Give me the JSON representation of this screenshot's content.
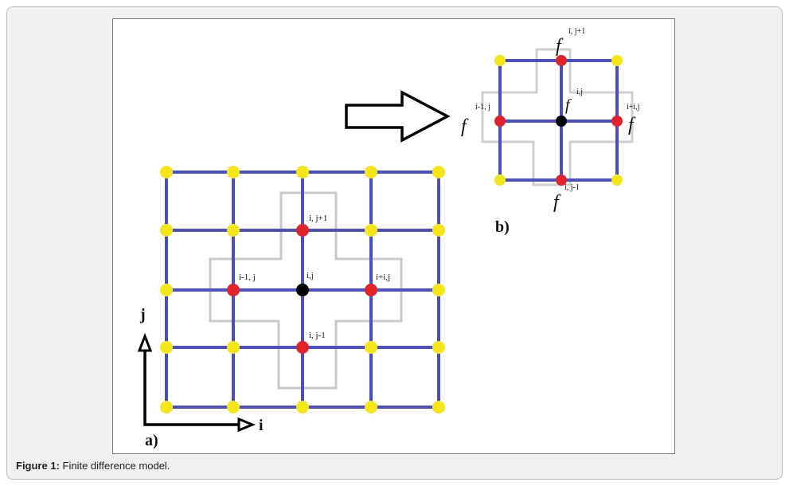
{
  "caption": {
    "label": "Figure 1:",
    "text": "Finite difference model."
  },
  "colors": {
    "grid_line": "#4a4fc4",
    "boundary_node": "#f4e619",
    "neighbor_node": "#e2232a",
    "center_node": "#000000",
    "stencil_outline": "#c8c8c8"
  },
  "panel_a": {
    "label": "a)",
    "axis_i": "i",
    "axis_j": "j",
    "node_labels": {
      "top": "i, j+1",
      "left": "i-1, j",
      "center": "i,j",
      "right": "i+i,j",
      "bottom": "i, j-1"
    }
  },
  "panel_b": {
    "label": "b)",
    "f_symbol": "f",
    "superscripts": {
      "top": "i, j+1",
      "left": "i-1, j",
      "center": "i,j",
      "right": "i+i,j",
      "bottom": "i, j-1"
    }
  }
}
